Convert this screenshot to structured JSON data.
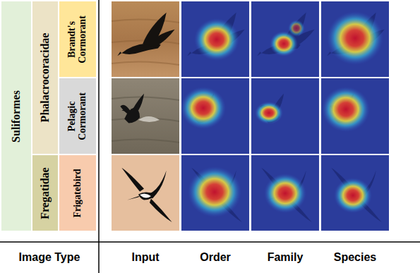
{
  "diagram": {
    "nodes": [
      {
        "text": [
          "Suliformes"
        ]
      },
      {
        "text": [
          "Phalacrocoracidae"
        ]
      },
      {
        "text": [
          "Brandt's Cormorant"
        ]
      },
      {
        "text": [
          "Pelagic Cormorant"
        ]
      },
      {
        "text": [
          "Fregatidae"
        ]
      },
      {
        "text": [
          "Frigatebird"
        ]
      }
    ],
    "labels": [
      "Image Type",
      "Input",
      "Order",
      "Family",
      "Species"
    ]
  }
}
